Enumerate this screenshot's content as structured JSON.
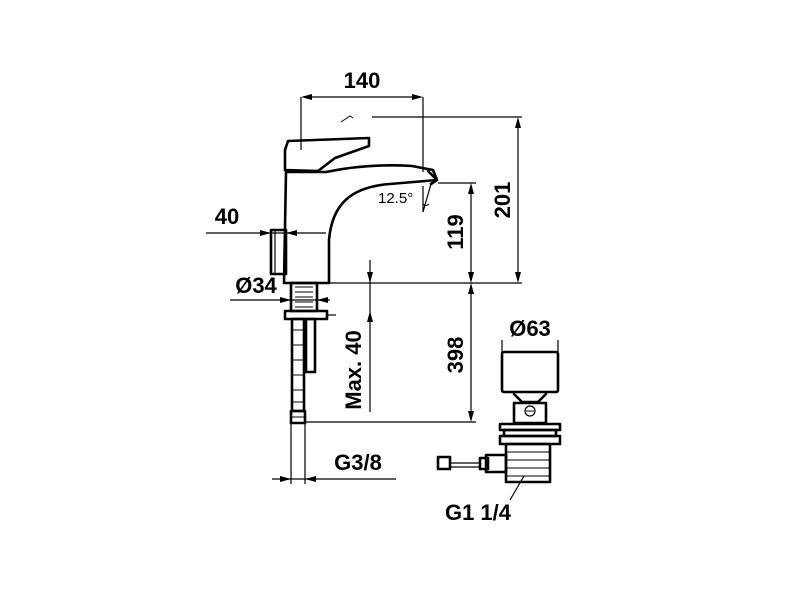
{
  "dimensions": {
    "spout_reach": "140",
    "total_height": "201",
    "spout_height": "119",
    "spout_angle": "12.5°",
    "handle_offset": "40",
    "base_diameter": "Ø34",
    "max_thickness": "Max. 40",
    "tail_length": "398",
    "hose_thread": "G3/8",
    "waste_diameter": "Ø63",
    "waste_thread": "G1 1/4"
  }
}
